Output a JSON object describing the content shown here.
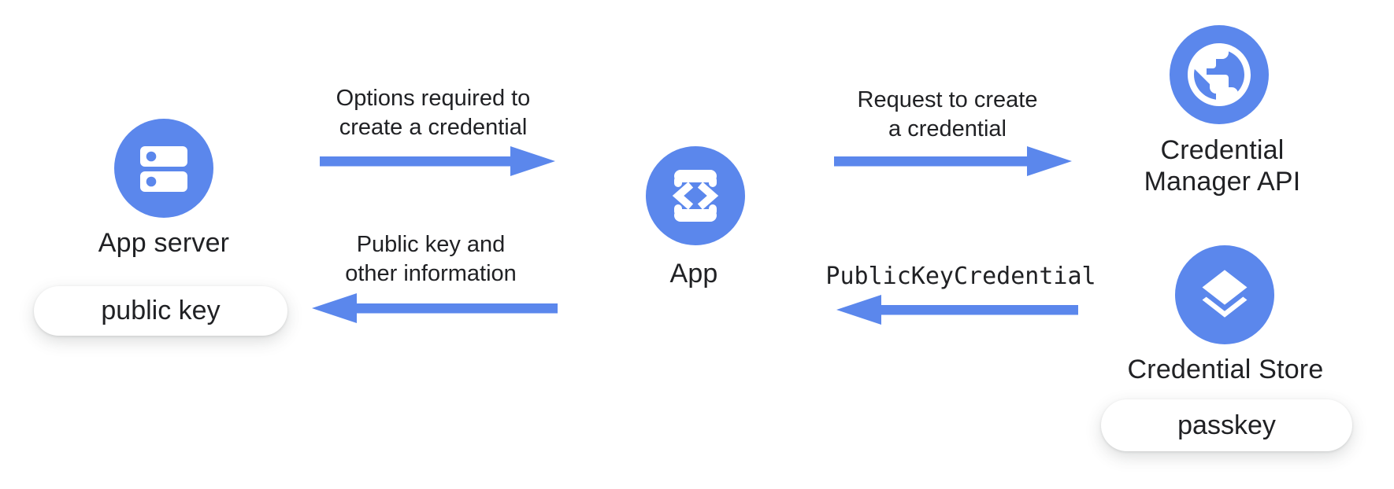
{
  "colors": {
    "blue": "#5B87EC",
    "text": "#202124",
    "background": "#ffffff",
    "pill_bg": "#ffffff"
  },
  "nodes": {
    "app_server": {
      "label": "App server",
      "icon": "server-icon",
      "pill": "public key"
    },
    "app": {
      "label": "App",
      "icon": "phone-code-icon"
    },
    "credential_manager_api": {
      "label_line1": "Credential",
      "label_line2": "Manager API",
      "icon": "globe-icon"
    },
    "credential_store": {
      "label": "Credential Store",
      "icon": "layers-icon",
      "pill": "passkey"
    }
  },
  "flows": {
    "options": {
      "line1": "Options required to",
      "line2": "create a credential",
      "direction": "right"
    },
    "request": {
      "line1": "Request to create",
      "line2": "a credential",
      "direction": "right"
    },
    "public_key_info": {
      "line1": "Public key and",
      "line2": "other information",
      "direction": "left"
    },
    "public_key_credential": {
      "label": "PublicKeyCredential",
      "direction": "left"
    }
  }
}
